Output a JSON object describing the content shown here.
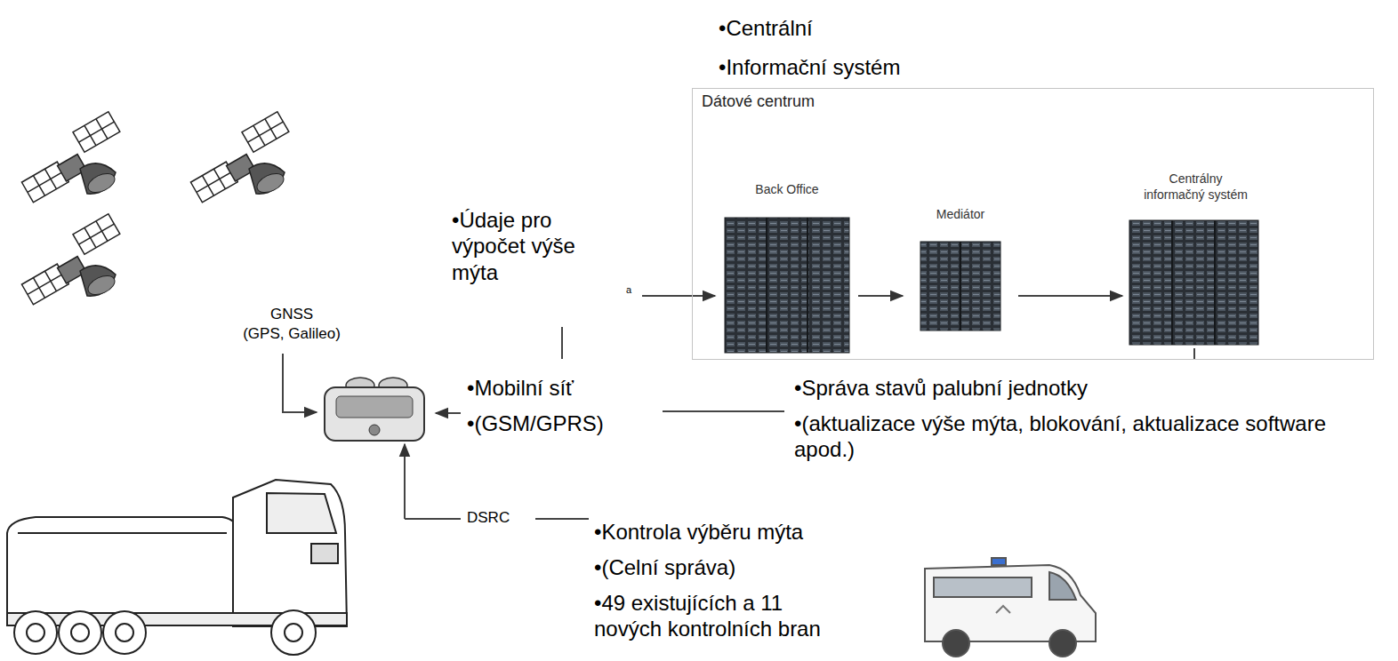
{
  "diagram": {
    "nodes": [
      {
        "text": [
          "Dátové centrum"
        ]
      },
      {
        "text": [
          "Back Office"
        ],
        "in": 0
      },
      {
        "text": [
          "Mediátor"
        ],
        "in": 0
      },
      {
        "text": [
          "Centrálny informačný systém"
        ],
        "in": 0
      }
    ],
    "edges": [
      {
        "from": 1,
        "to": 2,
        "arrow": "to"
      },
      {
        "from": 2,
        "to": 3,
        "arrow": "to"
      }
    ],
    "labels": [
      "•Centrální",
      "•Informační systém",
      "•Údaje pro výpočet výše mýta",
      "a",
      "GNSS",
      "(GPS, Galileo)",
      "•Mobilní síť",
      "•(GSM/GPRS)",
      "•Správa stavů palubní jednotky",
      "•(aktualizace výše mýta, blokování, aktualizace software apod.)",
      "DSRC",
      "•Kontrola výběru mýta",
      "•(Celní správa)",
      "•49 existujících a 11 nových kontrolních bran"
    ]
  }
}
